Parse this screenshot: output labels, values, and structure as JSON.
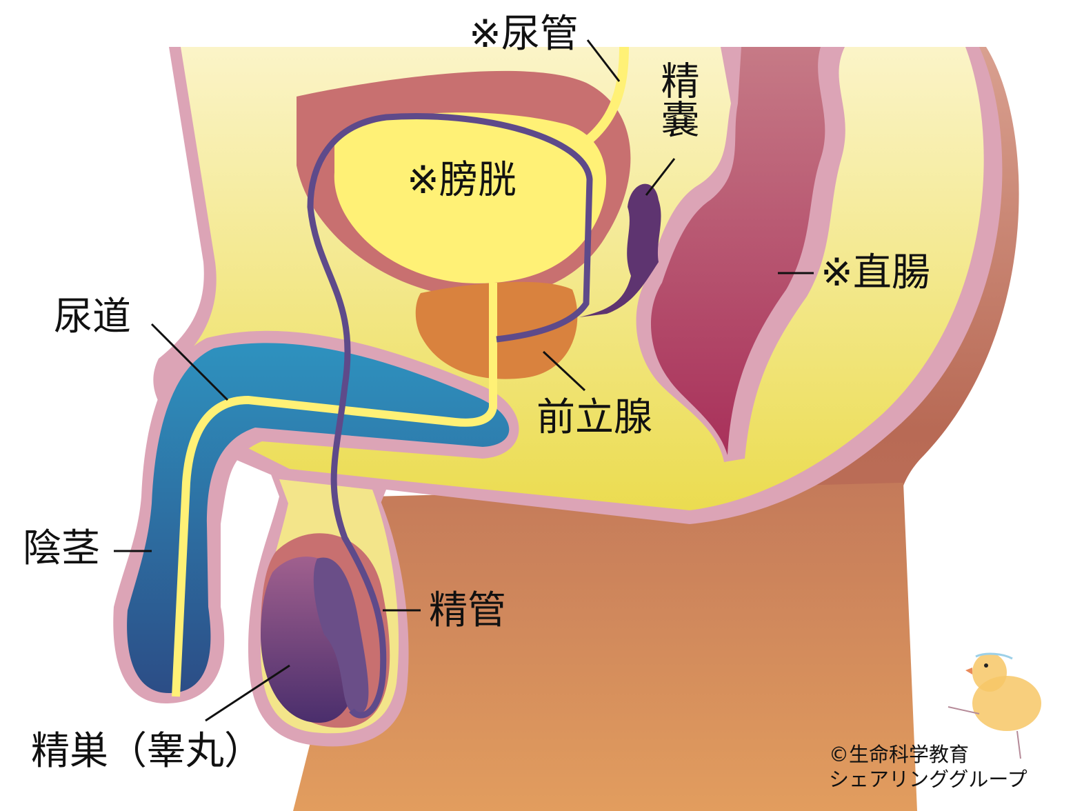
{
  "labels": {
    "ureter": "※尿管",
    "seminal_vesicle": "精嚢",
    "bladder": "※膀胱",
    "rectum": "※直腸",
    "urethra": "尿道",
    "prostate": "前立腺",
    "penis": "陰茎",
    "vas_deferens": "精管",
    "testis": "精巣（睾丸）"
  },
  "copyright": {
    "line1": "©生命科学教育",
    "line2": "シェアリンググループ"
  },
  "colors": {
    "torso_yellow": "#f5e97a",
    "skin_pink": "#dca4b6",
    "body_orange": "#d9925a",
    "bladder_wall": "#c87070",
    "bladder_yellow": "#fff176",
    "penis_blue": "#2f7fae",
    "prostate_orange": "#d9823e",
    "duct_purple": "#5e4a8a",
    "rectum_magenta": "#b04a6a",
    "testis_purple": "#6a3e7e"
  }
}
